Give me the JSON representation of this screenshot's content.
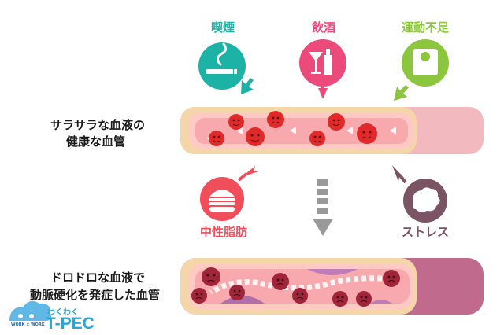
{
  "factors": {
    "smoking": "喫煙",
    "drinking": "飲酒",
    "exercise": "運動不足",
    "fat": "中性脂肪",
    "stress": "ストレス"
  },
  "descriptions": {
    "healthy_line1": "サラサラな血液の",
    "healthy_line2": "健康な血管",
    "unhealthy_line1": "ドロドロな血液で",
    "unhealthy_line2": "動脈硬化を発症した血管"
  },
  "logo": {
    "sub": "わくわく",
    "main": "T-PEC",
    "tiny": "WORK × WORK"
  },
  "colors": {
    "smoking": "#1cb3a6",
    "drinking": "#ec4a7a",
    "exercise": "#8cc63f",
    "fat": "#f04e5a",
    "stress": "#7a5463",
    "vessel": "#f5c8cc",
    "blood_cell": "#e02a2a"
  }
}
